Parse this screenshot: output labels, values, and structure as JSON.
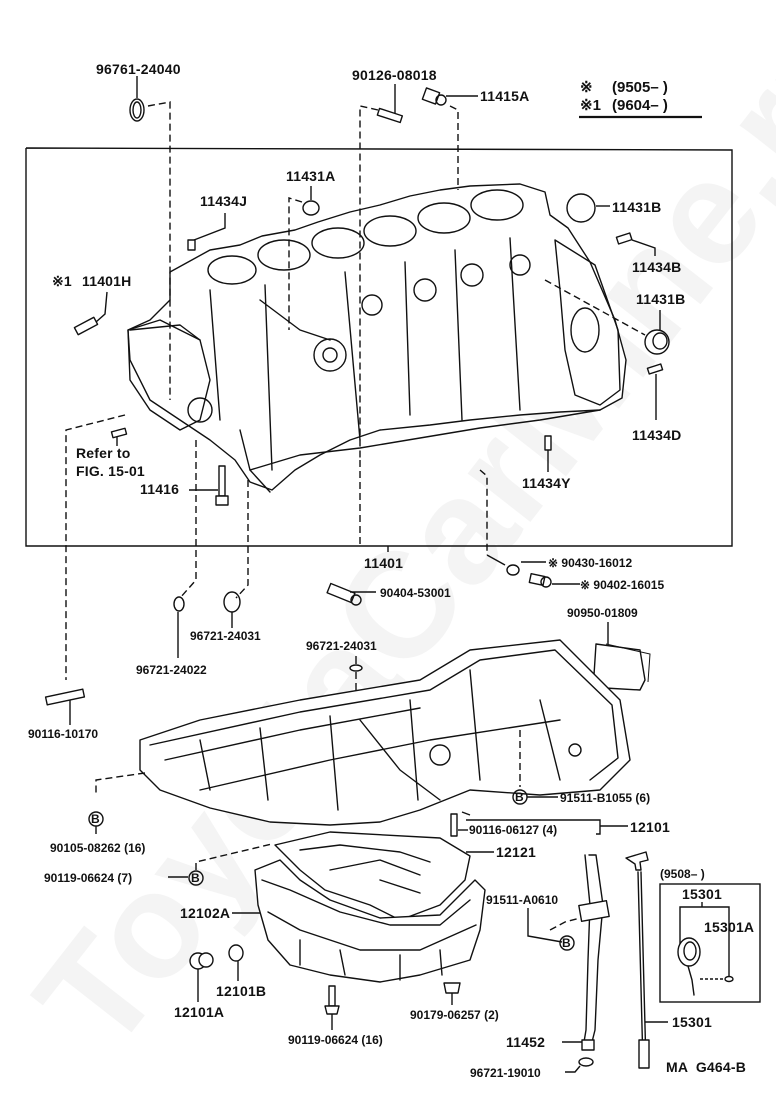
{
  "diagram": {
    "figure_code": "MA  G464-B",
    "watermark": "ToyotaCarMine.ru",
    "legend": {
      "entries": [
        {
          "symbol": "※",
          "range": "(9505–        )"
        },
        {
          "symbol": "※1",
          "range": "(9604–        )"
        }
      ]
    },
    "reference_note": {
      "line1": "Refer to",
      "line2": "FIG. 15-01"
    },
    "inset_box": {
      "range": "(9508–          )",
      "labels": [
        "15301",
        "15301A"
      ]
    },
    "parts": {
      "p96761_24040": "96761-24040",
      "p90126_08018": "90126-08018",
      "p11415A": "11415A",
      "p11431A": "11431A",
      "p11434J": "11434J",
      "p11401H": "11401H",
      "p11401H_marker": "※1",
      "p11431B_top": "11431B",
      "p11434B": "11434B",
      "p11431B_mid": "11431B",
      "p11434D": "11434D",
      "p11434Y": "11434Y",
      "p11416": "11416",
      "p11401": "11401",
      "p90430_16012": "※ 90430-16012",
      "p90402_16015": "※ 90402-16015",
      "p90404_53001": "90404-53001",
      "p90950_01809": "90950-01809",
      "p96721_24031_a": "96721-24031",
      "p96721_24022": "96721-24022",
      "p96721_24031_b": "96721-24031",
      "p90116_10170": "90116-10170",
      "p91511_B1055": "91511-B1055 (6)",
      "p90105_08262": "90105-08262 (16)",
      "p90116_06127": "90116-06127 (4)",
      "p12101": "12101",
      "p12121": "12121",
      "p90119_06624_7": "90119-06624 (7)",
      "p12102A": "12102A",
      "p91511_A0610": "91511-A0610",
      "p12101B": "12101B",
      "p12101A": "12101A",
      "p90119_06624_16": "90119-06624 (16)",
      "p90179_06257": "90179-06257 (2)",
      "p11452": "11452",
      "p15301": "15301",
      "p96721_19010": "96721-19010"
    },
    "bolt_marker": "B"
  }
}
